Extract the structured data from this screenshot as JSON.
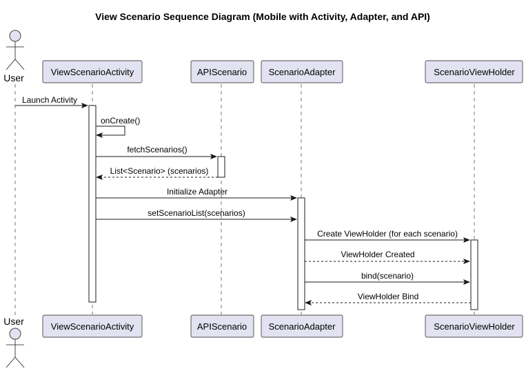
{
  "title": "View Scenario Sequence Diagram (Mobile with Activity, Adapter, and API)",
  "actor": {
    "label": "User"
  },
  "participants": [
    {
      "id": "activity",
      "label": "ViewScenarioActivity"
    },
    {
      "id": "api",
      "label": "APIScenario"
    },
    {
      "id": "adapter",
      "label": "ScenarioAdapter"
    },
    {
      "id": "holder",
      "label": "ScenarioViewHolder"
    }
  ],
  "messages": [
    {
      "from": "user",
      "to": "activity",
      "label": "Launch Activity",
      "style": "solid"
    },
    {
      "from": "activity",
      "to": "activity",
      "label": "onCreate()",
      "style": "self"
    },
    {
      "from": "activity",
      "to": "api",
      "label": "fetchScenarios()",
      "style": "solid"
    },
    {
      "from": "api",
      "to": "activity",
      "label": "List<Scenario> (scenarios)",
      "style": "dashed"
    },
    {
      "from": "activity",
      "to": "adapter",
      "label": "Initialize Adapter",
      "style": "solid"
    },
    {
      "from": "activity",
      "to": "adapter",
      "label": "setScenarioList(scenarios)",
      "style": "solid"
    },
    {
      "from": "adapter",
      "to": "holder",
      "label": "Create ViewHolder (for each scenario)",
      "style": "solid"
    },
    {
      "from": "adapter",
      "to": "holder",
      "label": "ViewHolder Created",
      "style": "dashed"
    },
    {
      "from": "adapter",
      "to": "holder",
      "label": "bind(scenario)",
      "style": "solid"
    },
    {
      "from": "holder",
      "to": "adapter",
      "label": "ViewHolder Bind",
      "style": "dashed"
    }
  ]
}
